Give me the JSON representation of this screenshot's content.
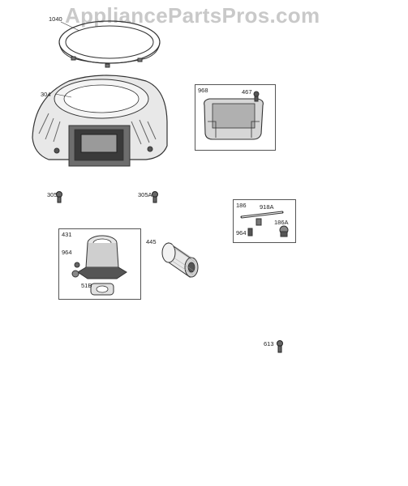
{
  "watermark": "AppliancePartsPros.com",
  "colors": {
    "line": "#333333",
    "shade": "#8a8a8a",
    "dark": "#3a3a3a",
    "light": "#dcdcdc"
  },
  "parts": {
    "p1040": "1040",
    "p304": "304",
    "p968": "968",
    "p467": "467",
    "p305": "305",
    "p305A": "305A",
    "p186": "186",
    "p918A": "918A",
    "p186A": "186A",
    "p964a": "964",
    "p431": "431",
    "p964b": "964",
    "p445": "445",
    "p51B": "51B",
    "p613": "613"
  }
}
